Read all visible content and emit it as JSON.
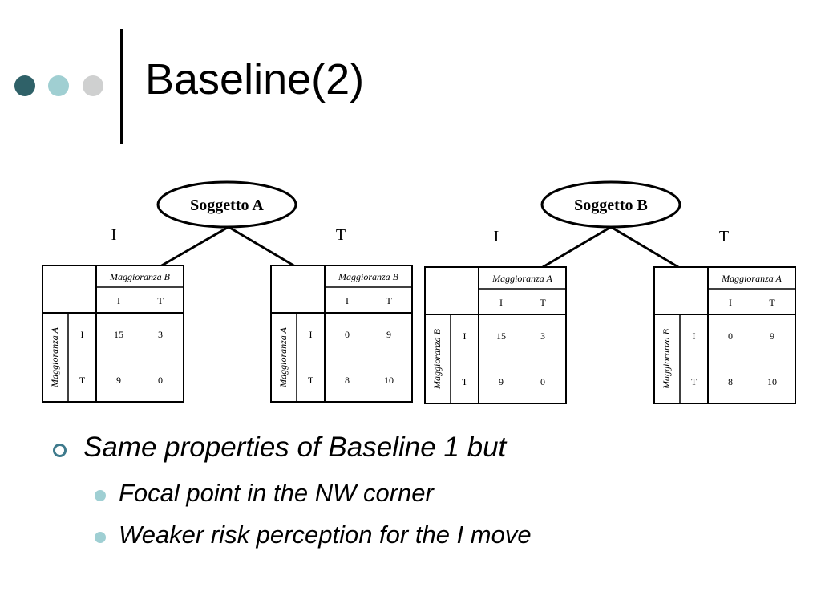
{
  "title": "Baseline(2)",
  "nodes": {
    "left_label": "Soggetto A",
    "right_label": "Soggetto B"
  },
  "moves": {
    "i": "I",
    "t": "T"
  },
  "matrices": [
    {
      "id": "A-I",
      "column_player": "Maggioranza B",
      "row_player": "Maggioranza A",
      "column_moves": [
        "I",
        "T"
      ],
      "row_moves": [
        "I",
        "T"
      ],
      "cells": [
        [
          "15",
          "3"
        ],
        [
          "9",
          "0"
        ]
      ]
    },
    {
      "id": "A-T",
      "column_player": "Maggioranza B",
      "row_player": "Maggioranza A",
      "column_moves": [
        "I",
        "T"
      ],
      "row_moves": [
        "I",
        "T"
      ],
      "cells": [
        [
          "0",
          "9"
        ],
        [
          "8",
          "10"
        ]
      ]
    },
    {
      "id": "B-I",
      "column_player": "Maggioranza A",
      "row_player": "Maggioranza B",
      "column_moves": [
        "I",
        "T"
      ],
      "row_moves": [
        "I",
        "T"
      ],
      "cells": [
        [
          "15",
          "3"
        ],
        [
          "9",
          "0"
        ]
      ]
    },
    {
      "id": "B-T",
      "column_player": "Maggioranza A",
      "row_player": "Maggioranza B",
      "column_moves": [
        "I",
        "T"
      ],
      "row_moves": [
        "I",
        "T"
      ],
      "cells": [
        [
          "0",
          "9"
        ],
        [
          "8",
          "10"
        ]
      ]
    }
  ],
  "bullets": {
    "main": "Same properties of Baseline 1 but",
    "sub": [
      "Focal point in the NW corner",
      "Weaker risk perception for the I move"
    ]
  },
  "colors": {
    "dot_dark": "#2f6168",
    "dot_mid": "#a0cfd2",
    "dot_light": "#cfd0d0",
    "bullet_ring": "#3e7a8c",
    "bullet_fill": "#9fcfd3"
  }
}
